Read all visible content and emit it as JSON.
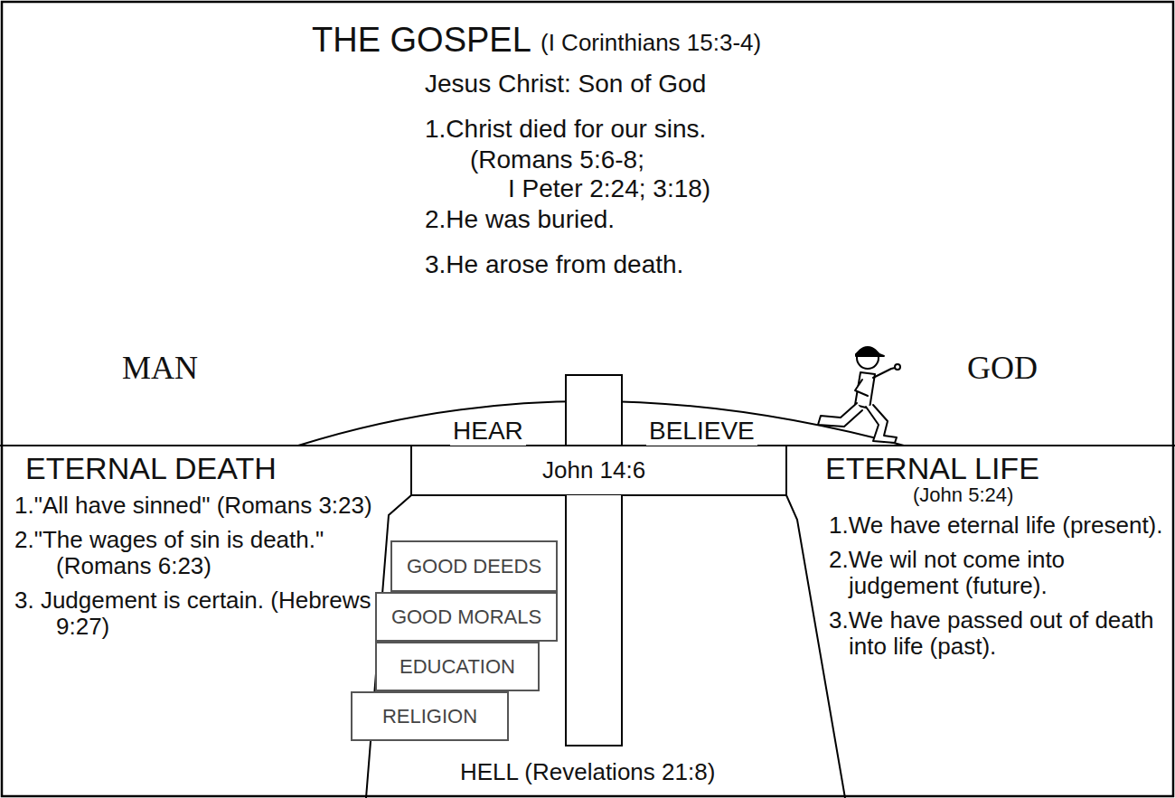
{
  "diagram": {
    "title": "THE GOSPEL",
    "nodes": [
      {
        "text": [
          "ETERNAL DEATH",
          "1.\"All have sinned\" (Romans 3:23)",
          "2.\"The wages of sin is death.\" (Romans 6:23)",
          "3. Judgement is certain. (Hebrews 9:27)"
        ]
      },
      {
        "text": [
          "ETERNAL LIFE",
          "(John 5:24)",
          "1.We have eternal life (present).",
          "2.We wil not come into judgement (future).",
          "3.We have passed out of death into life (past)."
        ]
      },
      {
        "text": [
          "GOOD DEEDS"
        ]
      },
      {
        "text": [
          "GOOD MORALS"
        ]
      },
      {
        "text": [
          "EDUCATION"
        ]
      },
      {
        "text": [
          "RELIGION"
        ]
      }
    ],
    "labels": [
      "(I Corinthians 15:3-4)",
      "Jesus Christ: Son of God",
      "1.Christ died for our sins.",
      "(Romans 5:6-8;",
      "I Peter 2:24; 3:18)",
      "2.He was buried.",
      "3.He arose from death.",
      "MAN",
      "GOD",
      "HEAR",
      "BELIEVE",
      "John 14:6",
      "HELL (Revelations 21:8)"
    ]
  }
}
